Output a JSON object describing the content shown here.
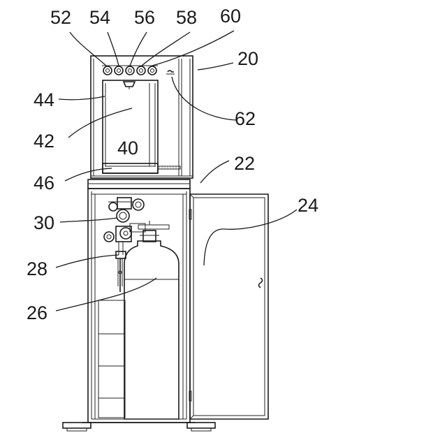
{
  "figure": {
    "labels": {
      "l52": "52",
      "l54": "54",
      "l56": "56",
      "l58": "58",
      "l60": "60",
      "l20": "20",
      "l44": "44",
      "l62": "62",
      "l42": "42",
      "l40": "40",
      "l46": "46",
      "l22": "22",
      "l24": "24",
      "l30": "30",
      "l28": "28",
      "l26": "26"
    }
  }
}
